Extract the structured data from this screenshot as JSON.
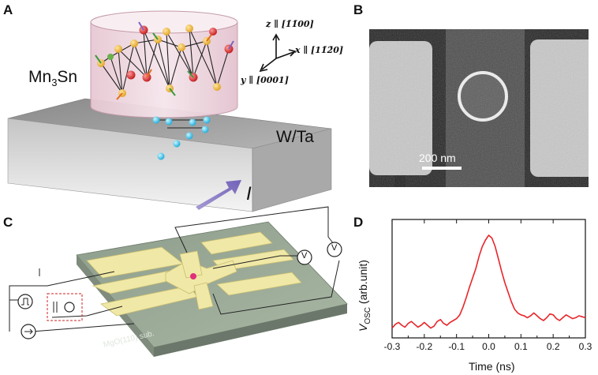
{
  "panels": {
    "a": {
      "letter": "A",
      "material_top": "Mn",
      "material_top_sub": "3",
      "material_top_suffix": "Sn",
      "material_bottom": "W/Ta",
      "current_label": "I",
      "axes": {
        "z": "z ∥ [1̄1̄00]",
        "x": "x ∥ [11̄2̄0]",
        "y": "y ∥ [0001]"
      }
    },
    "b": {
      "letter": "B",
      "scale_bar": "200 nm"
    },
    "c": {
      "letter": "C",
      "substrate_label": "MgO(110) sub.",
      "meter_label": "V"
    },
    "d": {
      "letter": "D",
      "ylabel_main": "V",
      "ylabel_sub": "OSC",
      "ylabel_unit": "(arb.unit)",
      "xlabel": "Time (ns)",
      "tick_labels": [
        "-0.3",
        "-0.2",
        "-0.1",
        "0.0",
        "0.1",
        "0.2",
        "0.3"
      ]
    }
  },
  "chart_data": {
    "type": "line",
    "title": "",
    "xlabel": "Time (ns)",
    "ylabel": "VOSC (arb.unit)",
    "xlim": [
      -0.3,
      0.3
    ],
    "x_ticks": [
      -0.3,
      -0.2,
      -0.1,
      0.0,
      0.1,
      0.2,
      0.3
    ],
    "line_color": "#e8262a",
    "series": [
      {
        "x": [
          -0.3,
          -0.29,
          -0.28,
          -0.27,
          -0.26,
          -0.25,
          -0.24,
          -0.23,
          -0.22,
          -0.21,
          -0.2,
          -0.19,
          -0.18,
          -0.17,
          -0.16,
          -0.15,
          -0.14,
          -0.13,
          -0.12,
          -0.11,
          -0.1,
          -0.09,
          -0.08,
          -0.07,
          -0.06,
          -0.05,
          -0.04,
          -0.03,
          -0.02,
          -0.01,
          0.0,
          0.01,
          0.02,
          0.03,
          0.04,
          0.05,
          0.06,
          0.07,
          0.08,
          0.09,
          0.1,
          0.11,
          0.12,
          0.13,
          0.14,
          0.15,
          0.16,
          0.17,
          0.18,
          0.19,
          0.2,
          0.21,
          0.22,
          0.23,
          0.24,
          0.25,
          0.26,
          0.27,
          0.28,
          0.29,
          0.3
        ],
        "values": [
          0.02,
          0.06,
          0.08,
          0.05,
          0.03,
          0.07,
          0.09,
          0.06,
          0.03,
          0.05,
          0.08,
          0.05,
          0.02,
          0.04,
          0.09,
          0.11,
          0.07,
          0.05,
          0.08,
          0.1,
          0.12,
          0.16,
          0.24,
          0.34,
          0.45,
          0.55,
          0.65,
          0.78,
          0.88,
          0.95,
          1.0,
          0.97,
          0.88,
          0.75,
          0.62,
          0.5,
          0.4,
          0.3,
          0.22,
          0.18,
          0.16,
          0.15,
          0.13,
          0.15,
          0.18,
          0.15,
          0.12,
          0.1,
          0.13,
          0.17,
          0.16,
          0.12,
          0.1,
          0.13,
          0.16,
          0.14,
          0.12,
          0.13,
          0.15,
          0.14,
          0.13
        ]
      }
    ]
  }
}
